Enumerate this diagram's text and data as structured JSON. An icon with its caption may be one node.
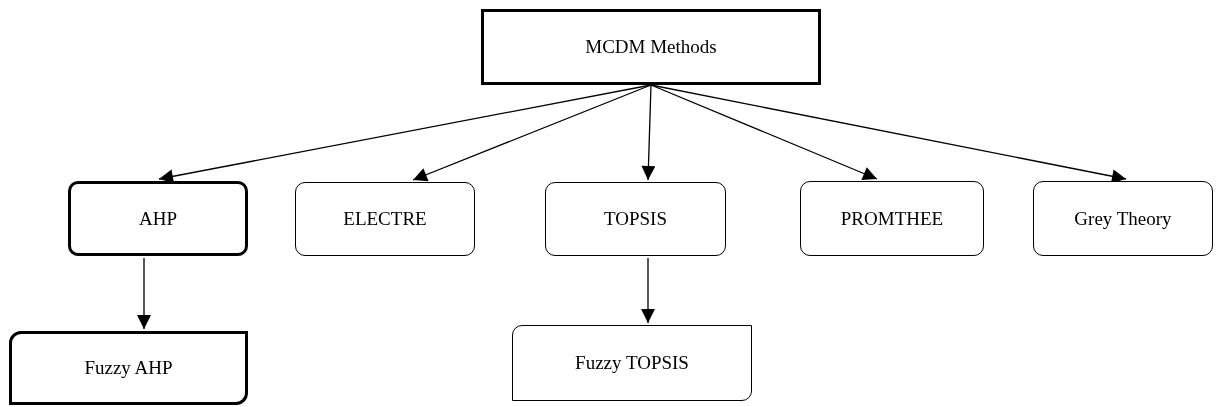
{
  "diagram": {
    "nodes": [
      {
        "text": [
          "MCDM Methods"
        ]
      },
      {
        "text": [
          "AHP"
        ]
      },
      {
        "text": [
          "ELECTRE"
        ]
      },
      {
        "text": [
          "TOPSIS"
        ]
      },
      {
        "text": [
          "PROMTHEE"
        ]
      },
      {
        "text": [
          "Grey Theory"
        ]
      },
      {
        "text": [
          "Fuzzy AHP"
        ]
      },
      {
        "text": [
          "Fuzzy TOPSIS"
        ]
      }
    ],
    "edges": [
      {
        "from": 0,
        "to": 1,
        "arrow": "to"
      },
      {
        "from": 0,
        "to": 2,
        "arrow": "to"
      },
      {
        "from": 0,
        "to": 3,
        "arrow": "to"
      },
      {
        "from": 0,
        "to": 4,
        "arrow": "to"
      },
      {
        "from": 0,
        "to": 5,
        "arrow": "to"
      },
      {
        "from": 1,
        "to": 6,
        "arrow": "to"
      },
      {
        "from": 3,
        "to": 7,
        "arrow": "to"
      }
    ]
  }
}
